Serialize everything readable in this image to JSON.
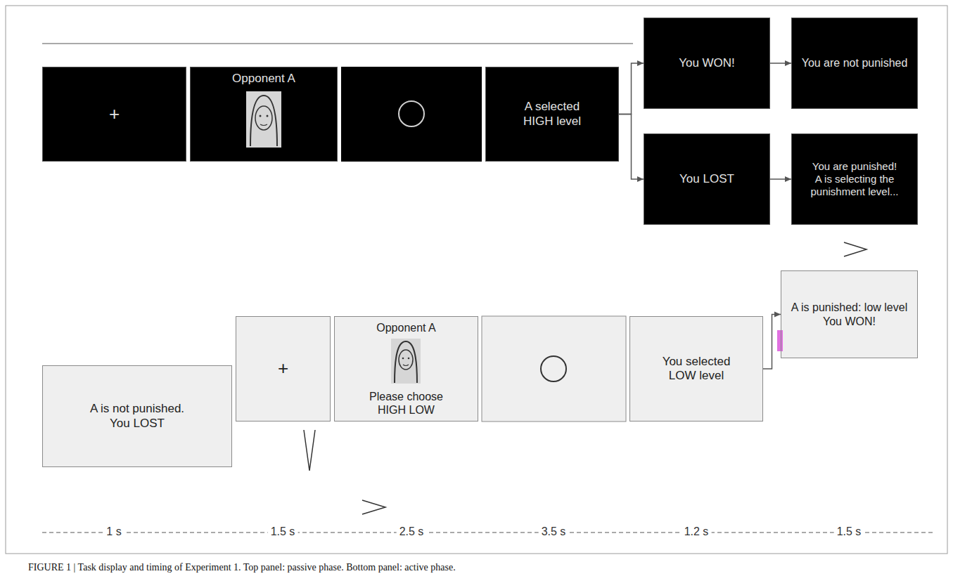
{
  "diagram": {
    "caption": "FIGURE 1 | Task display and timing of Experiment 1. Top panel: passive phase. Bottom panel: active phase.",
    "nodes": [
      {
        "text": [
          "+"
        ]
      },
      {
        "text": [
          "Opponent A"
        ]
      },
      {
        "text": [
          "A selected",
          "HIGH level"
        ]
      },
      {
        "text": [
          "You WON!"
        ]
      },
      {
        "text": [
          "You are not punished"
        ]
      },
      {
        "text": [
          "You LOST"
        ]
      },
      {
        "text": [
          "You are punished!",
          "A is selecting the punishment level..."
        ]
      },
      {
        "text": [
          "A is not punished.",
          "You LOST"
        ]
      },
      {
        "text": [
          "+"
        ]
      },
      {
        "text": [
          "Opponent A",
          "Please choose",
          "HIGH LOW"
        ]
      },
      {
        "text": [
          "You selected",
          "LOW level"
        ]
      },
      {
        "text": [
          "A is punished: low level",
          "You WON!"
        ]
      }
    ],
    "edges": [
      {
        "from": 2,
        "to": 3,
        "arrow": "to"
      },
      {
        "from": 2,
        "to": 5,
        "arrow": "to"
      },
      {
        "from": 3,
        "to": 4,
        "arrow": "to"
      },
      {
        "from": 5,
        "to": 6,
        "arrow": "to"
      },
      {
        "from": 10,
        "to": 11,
        "arrow": "to"
      }
    ],
    "labels": [
      "1 s",
      "1.5 s",
      "2.5 s",
      "3.5 s",
      "1.2 s",
      "1.5 s"
    ]
  }
}
